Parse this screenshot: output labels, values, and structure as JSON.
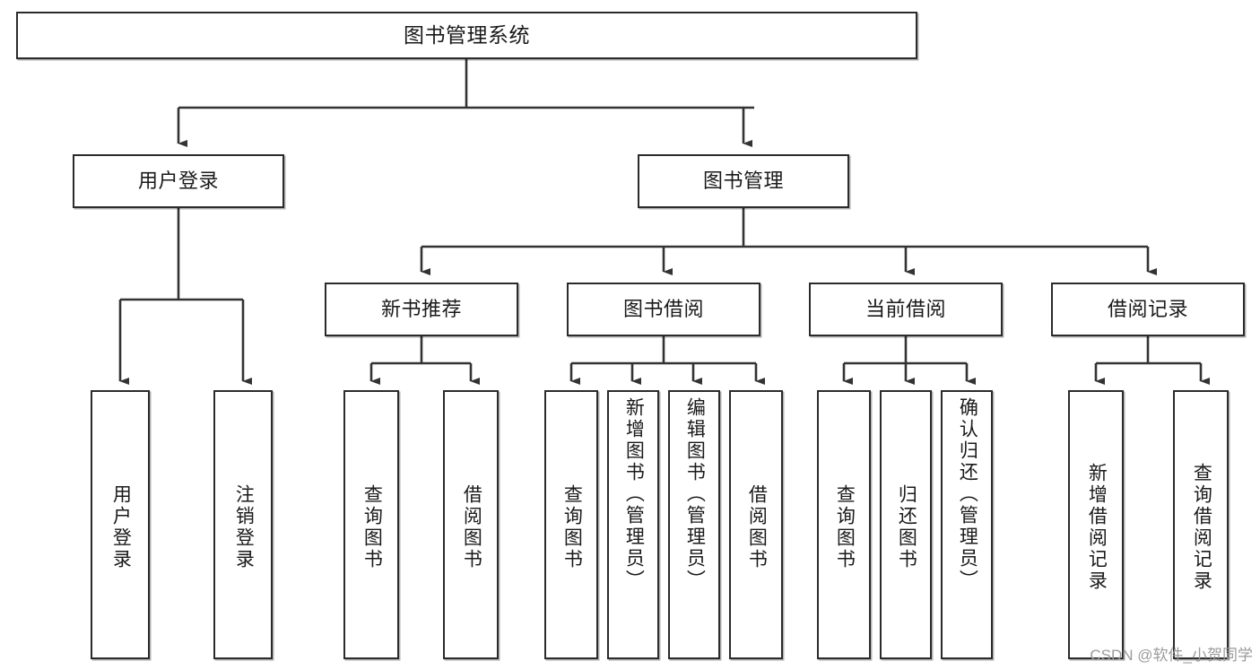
{
  "diagram": {
    "type": "hierarchy-tree",
    "title_node": {
      "label": "图书管理系统"
    },
    "level2": [
      {
        "id": "user-login",
        "label": "用户登录"
      },
      {
        "id": "book-manage",
        "label": "图书管理"
      }
    ],
    "level3": [
      {
        "id": "new-book-recommend",
        "label": "新书推荐"
      },
      {
        "id": "book-borrow",
        "label": "图书借阅"
      },
      {
        "id": "current-borrow",
        "label": "当前借阅"
      },
      {
        "id": "borrow-record",
        "label": "借阅记录"
      }
    ],
    "leaves": {
      "user_login": [
        {
          "id": "leaf-user-login",
          "label": "用户登录"
        },
        {
          "id": "leaf-logout-login",
          "label": "注销登录"
        }
      ],
      "new_book_recommend": [
        {
          "id": "leaf-query-book-1",
          "label": "查询图书"
        },
        {
          "id": "leaf-borrow-book-1",
          "label": "借阅图书"
        }
      ],
      "book_borrow": [
        {
          "id": "leaf-query-book-2",
          "label": "查询图书"
        },
        {
          "id": "leaf-add-book-admin",
          "label": "新增图书（管理员）"
        },
        {
          "id": "leaf-edit-book-admin",
          "label": "编辑图书（管理员）"
        },
        {
          "id": "leaf-borrow-book-2",
          "label": "借阅图书"
        }
      ],
      "current_borrow": [
        {
          "id": "leaf-query-book-3",
          "label": "查询图书"
        },
        {
          "id": "leaf-return-book",
          "label": "归还图书"
        },
        {
          "id": "leaf-confirm-return-admin",
          "label": "确认归还（管理员）"
        }
      ],
      "borrow_record": [
        {
          "id": "leaf-add-borrow-record",
          "label": "新增借阅记录"
        },
        {
          "id": "leaf-query-borrow-record",
          "label": "查询借阅记录"
        }
      ]
    },
    "colors": {
      "box_stroke": "#2b2b2b",
      "box_fill": "#ffffff",
      "connector": "#333333",
      "text": "#1a1a1a",
      "watermark": "#9b9b9b"
    }
  },
  "watermark": {
    "text": "CSDN @软件_小贺同学"
  }
}
